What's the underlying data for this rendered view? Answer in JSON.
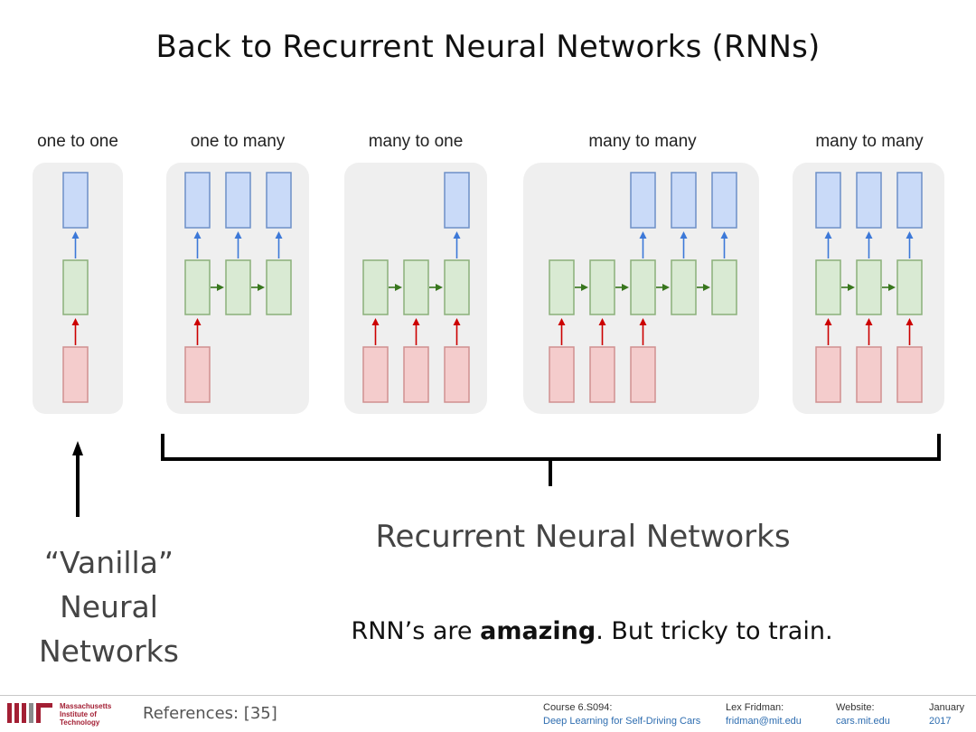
{
  "slide": {
    "title": "Back to Recurrent Neural Networks (RNNs)"
  },
  "diagrams": [
    {
      "label": "one to one"
    },
    {
      "label": "one to many"
    },
    {
      "label": "many to one"
    },
    {
      "label": "many to many"
    },
    {
      "label": "many to many"
    }
  ],
  "annotations": {
    "rnn_label": "Recurrent Neural Networks",
    "vanilla_line1": "“Vanilla”",
    "vanilla_line2": "Neural",
    "vanilla_line3": "Networks",
    "tagline_pre": "RNN’s are ",
    "tagline_bold": "amazing",
    "tagline_post": ". But tricky to train."
  },
  "colors": {
    "output_fill": "#c9daf8",
    "output_stroke": "#6d8fc7",
    "hidden_fill": "#d9ead3",
    "hidden_stroke": "#8bb07a",
    "input_fill": "#f4cccc",
    "input_stroke": "#d09090",
    "panel": "#efefef",
    "arrow_up_out": "#3c78d8",
    "arrow_up_in": "#cc0000",
    "arrow_recurrent": "#38761d"
  },
  "footer": {
    "mit_line1": "Massachusetts",
    "mit_line2": "Institute of",
    "mit_line3": "Technology",
    "references": "References: [35]",
    "course_label": "Course 6.S094:",
    "course_value": "Deep Learning for Self-Driving Cars",
    "author_label": "Lex Fridman:",
    "author_value": "fridman@mit.edu",
    "website_label": "Website:",
    "website_value": "cars.mit.edu",
    "date_label": "January",
    "date_value": "2017"
  }
}
